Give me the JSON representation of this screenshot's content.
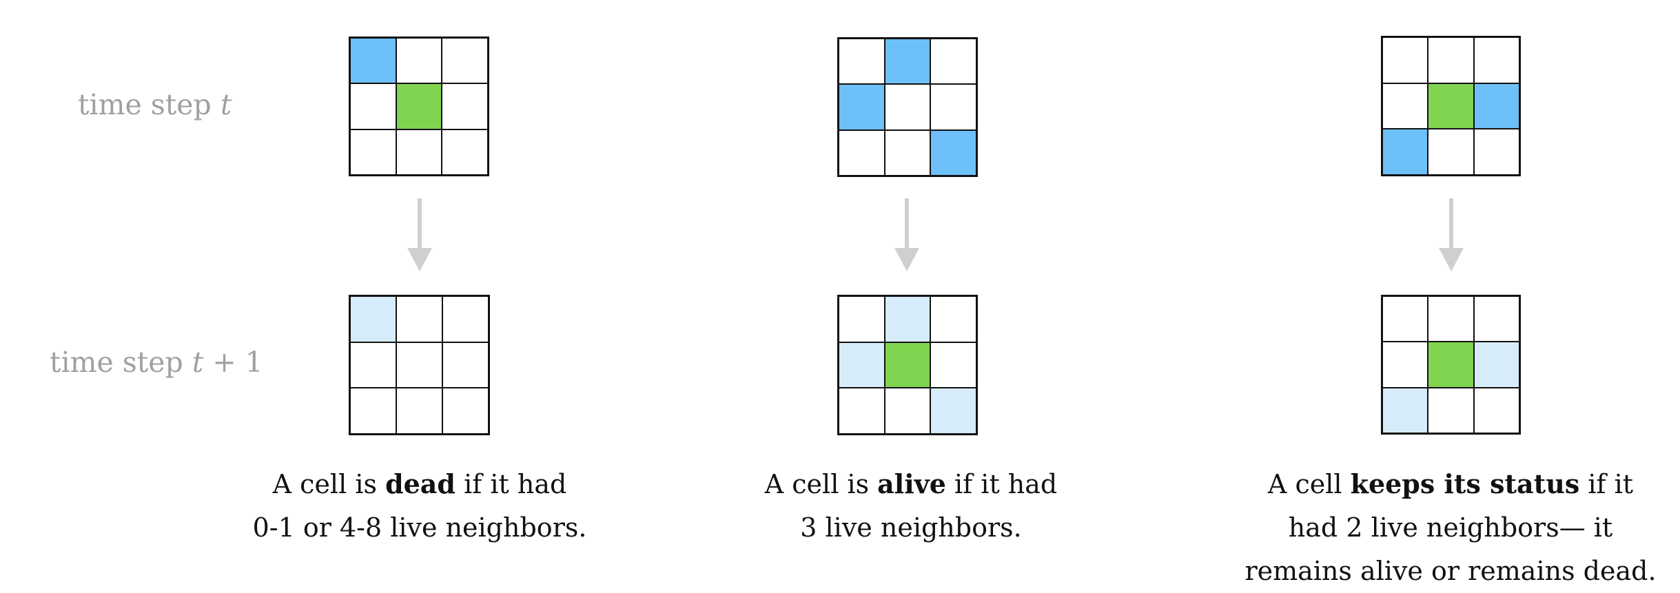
{
  "row_labels": {
    "t": {
      "prefix": "time step ",
      "var": "t",
      "suffix": ""
    },
    "t1": {
      "prefix": "time step ",
      "var": "t",
      "suffix": " + 1"
    }
  },
  "colors": {
    "alive": "#6ec0f8",
    "alive_faded": "#d6ecfb",
    "center": "#81d44f",
    "arrow": "#cfcfcf"
  },
  "examples": [
    {
      "before": [
        "alive",
        "",
        "",
        "",
        "center",
        "",
        "",
        "",
        ""
      ],
      "after": [
        "alive_faded",
        "",
        "",
        "",
        "",
        "",
        "",
        "",
        ""
      ],
      "caption": {
        "line1_pre": "A cell is ",
        "line1_bold": "dead",
        "line1_post": " if it had",
        "line2": "0-1 or 4-8 live neighbors.",
        "line3": ""
      }
    },
    {
      "before": [
        "",
        "alive",
        "",
        "alive",
        "",
        "",
        "",
        "",
        "alive"
      ],
      "after": [
        "",
        "alive_faded",
        "",
        "alive_faded",
        "center",
        "",
        "",
        "",
        "alive_faded"
      ],
      "caption": {
        "line1_pre": "A cell is ",
        "line1_bold": "alive",
        "line1_post": " if it had",
        "line2": "3 live neighbors.",
        "line3": ""
      }
    },
    {
      "before": [
        "",
        "",
        "",
        "",
        "center",
        "alive",
        "alive",
        "",
        ""
      ],
      "after": [
        "",
        "",
        "",
        "",
        "center",
        "alive_faded",
        "alive_faded",
        "",
        ""
      ],
      "caption": {
        "line1_pre": "A cell ",
        "line1_bold": "keeps its status",
        "line1_post": " if it",
        "line2": "had 2 live neighbors— it",
        "line3": "remains alive or remains dead."
      }
    }
  ]
}
